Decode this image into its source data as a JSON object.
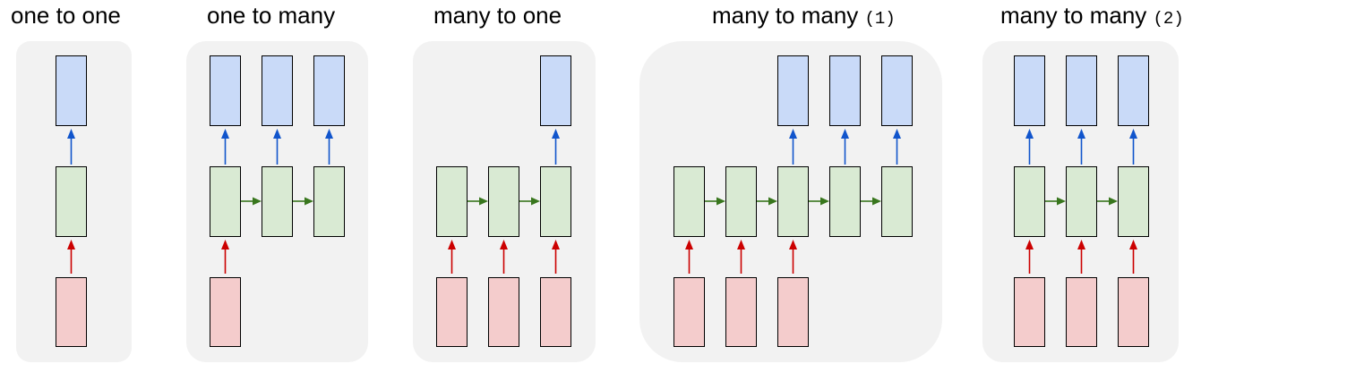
{
  "colors": {
    "panel": "#f2f2f2",
    "output_fill": "#c9daf8",
    "hidden_fill": "#d9ead3",
    "input_fill": "#f4cccc",
    "box_stroke": "#000000",
    "output_arrow": "#1155cc",
    "input_arrow": "#cc0000",
    "recurrent_arrow": "#38761d"
  },
  "diagrams": [
    {
      "title": "one to one",
      "title_suffix": "",
      "inputs": [
        true
      ],
      "outputs": [
        true
      ]
    },
    {
      "title": "one to many",
      "title_suffix": "",
      "inputs": [
        true,
        false,
        false
      ],
      "outputs": [
        true,
        true,
        true
      ]
    },
    {
      "title": "many to one",
      "title_suffix": "",
      "inputs": [
        true,
        true,
        true
      ],
      "outputs": [
        false,
        false,
        true
      ]
    },
    {
      "title": "many to many",
      "title_suffix": "(1)",
      "inputs": [
        true,
        true,
        true,
        false,
        false
      ],
      "outputs": [
        false,
        false,
        true,
        true,
        true
      ]
    },
    {
      "title": "many to many",
      "title_suffix": "(2)",
      "inputs": [
        true,
        true,
        true
      ],
      "outputs": [
        true,
        true,
        true
      ]
    }
  ]
}
